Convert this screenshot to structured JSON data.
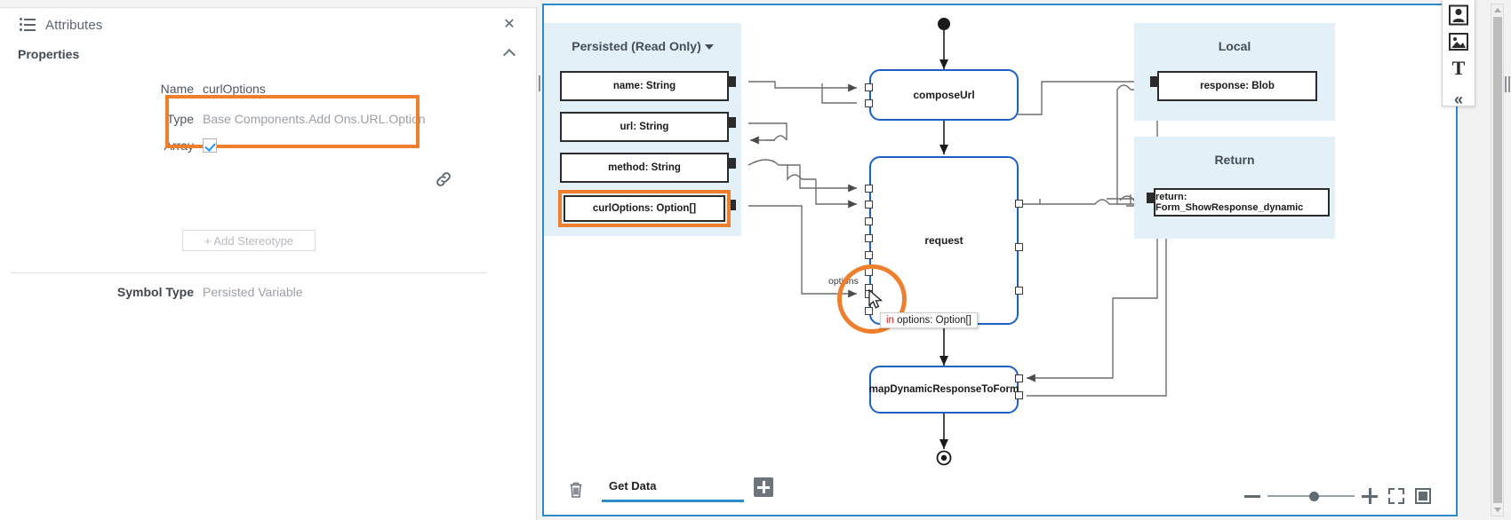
{
  "attributes_panel": {
    "title": "Attributes",
    "list_icon": "list-icon",
    "close_icon": "close-icon",
    "section": {
      "label": "Properties",
      "collapse_icon": "chevron-up-icon"
    },
    "fields": {
      "name_label": "Name",
      "name_value": "curlOptions",
      "type_label": "Type",
      "type_value": "Base Components.Add Ons.URL.Option",
      "array_label": "Array",
      "array_checked": true,
      "link_icon": "link-icon"
    },
    "add_stereotype_label": "+  Add Stereotype",
    "symbol_type_label": "Symbol Type",
    "symbol_type_value": "Persisted Variable",
    "highlight_color": "#f07f2d"
  },
  "canvas": {
    "border_color": "#2e8bc9",
    "scopes": [
      {
        "id": "persisted",
        "title": "Persisted (Read Only)",
        "has_caret": true,
        "variables": [
          {
            "label": "name: String"
          },
          {
            "label": "url: String"
          },
          {
            "label": "method: String"
          },
          {
            "label": "curlOptions: Option[]",
            "highlighted": true
          }
        ]
      },
      {
        "id": "local",
        "title": "Local",
        "has_caret": false,
        "variables": [
          {
            "label": "response: Blob"
          }
        ]
      },
      {
        "id": "return",
        "title": "Return",
        "has_caret": false,
        "variables": [
          {
            "label": "return: Form_ShowResponse_dynamic"
          }
        ]
      }
    ],
    "nodes": [
      {
        "id": "composeUrl",
        "label": "composeUrl"
      },
      {
        "id": "request",
        "label": "request"
      },
      {
        "id": "mapDynamicResponseToForm",
        "label": "mapDynamicResponseToForm"
      }
    ],
    "port_label": "options",
    "tooltip": {
      "keyword": "in",
      "text": " options: Option[]"
    },
    "highlight_circle_color": "#f07f2d",
    "bottom": {
      "trash_icon": "trash-icon",
      "tab_label": "Get Data",
      "add_tab_icon": "plus-icon"
    },
    "zoom": {
      "minus_icon": "zoom-out-icon",
      "plus_icon": "zoom-in-icon",
      "fit_icon": "fit-to-screen-icon",
      "center_icon": "center-view-icon",
      "slider_value": 50
    }
  },
  "tool_palette": {
    "items": [
      {
        "icon": "person-shape-icon"
      },
      {
        "icon": "image-shape-icon"
      },
      {
        "icon": "text-shape-icon",
        "glyph": "T"
      },
      {
        "icon": "collapse-panel-icon",
        "glyph": "«"
      }
    ]
  },
  "scrollbar": {
    "up_icon": "scroll-up-arrow-icon",
    "down_icon": "scroll-down-arrow-icon",
    "thumb": "scroll-thumb"
  }
}
